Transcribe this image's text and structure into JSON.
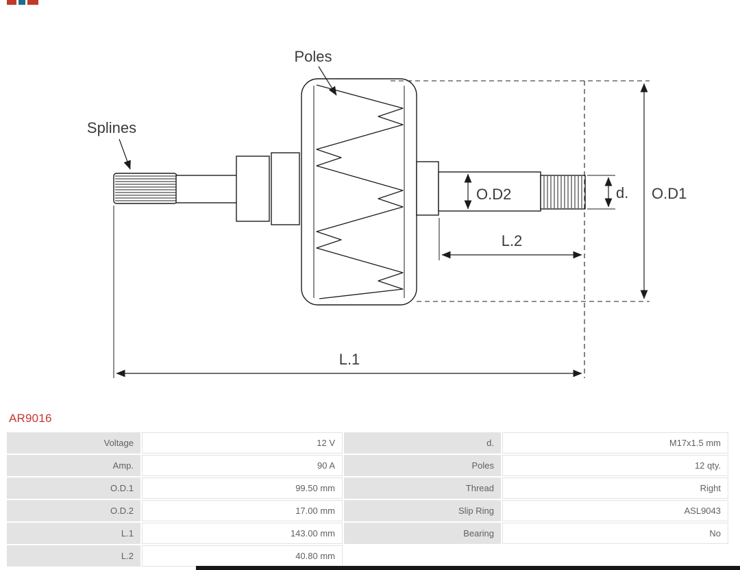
{
  "part_number": "AR9016",
  "colors": {
    "part_number_red": "#c9342f",
    "table_label_bg": "#e3e3e3"
  },
  "diagram": {
    "labels": {
      "poles": "Poles",
      "splines": "Splines",
      "od1": "O.D1",
      "od2": "O.D2",
      "d": "d.",
      "l1": "L.1",
      "l2": "L.2"
    }
  },
  "table": {
    "left": [
      {
        "label": "Voltage",
        "value": "12 V"
      },
      {
        "label": "Amp.",
        "value": "90 A"
      },
      {
        "label": "O.D.1",
        "value": "99.50 mm"
      },
      {
        "label": "O.D.2",
        "value": "17.00 mm"
      },
      {
        "label": "L.1",
        "value": "143.00 mm"
      },
      {
        "label": "L.2",
        "value": "40.80 mm"
      }
    ],
    "right": [
      {
        "label": "d.",
        "value": "M17x1.5 mm"
      },
      {
        "label": "Poles",
        "value": "12 qty."
      },
      {
        "label": "Thread",
        "value": "Right"
      },
      {
        "label": "Slip Ring",
        "value": "ASL9043"
      },
      {
        "label": "Bearing",
        "value": "No"
      },
      {
        "label": "",
        "value": ""
      }
    ]
  }
}
